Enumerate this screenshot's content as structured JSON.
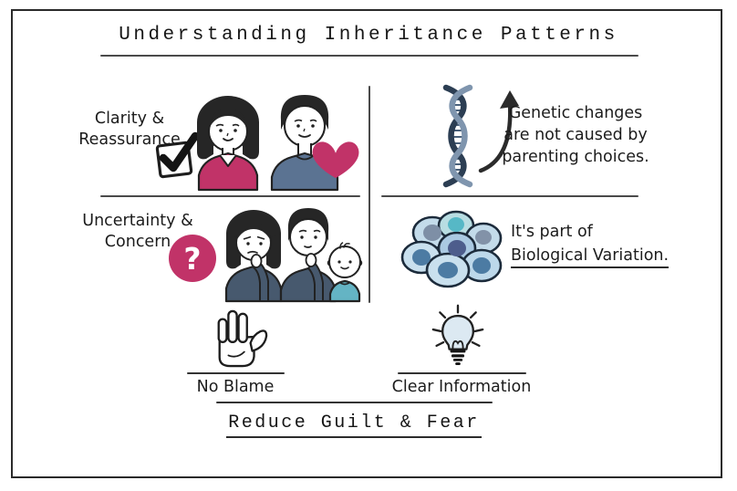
{
  "title": "Understanding Inheritance Patterns",
  "sections": {
    "clarity": {
      "line1": "Clarity &",
      "line2": "Reassurance"
    },
    "genetic": {
      "line1": "Genetic changes",
      "line2": "are not caused by",
      "line3": "parenting choices."
    },
    "uncertainty": {
      "line1": "Uncertainty &",
      "line2": "Concern",
      "question_glyph": "?"
    },
    "variation": {
      "line1": "It's part of",
      "line2": "Biological Variation."
    }
  },
  "footer": {
    "no_blame": "No Blame",
    "clear_information": "Clear Information",
    "conclusion": "Reduce Guilt & Fear"
  },
  "icons": {
    "checkbox": "checkbox-check-icon",
    "heart": "heart-icon",
    "dna": "dna-icon",
    "arrow": "arrow-up-icon",
    "question": "question-mark-icon",
    "cells": "cells-icon",
    "hand": "hand-stop-icon",
    "lightbulb": "lightbulb-icon"
  },
  "colors": {
    "ink": "#1d1d1d",
    "magenta": "#c13368",
    "steel_blue": "#5b7392",
    "slate_shirt": "#47596e",
    "baby_teal": "#64b4c4",
    "dna_dark": "#2c3e53",
    "dna_light": "#7f95ae",
    "cell_fill": "#c9e0ee",
    "bulb_fill": "#dce9f2"
  }
}
